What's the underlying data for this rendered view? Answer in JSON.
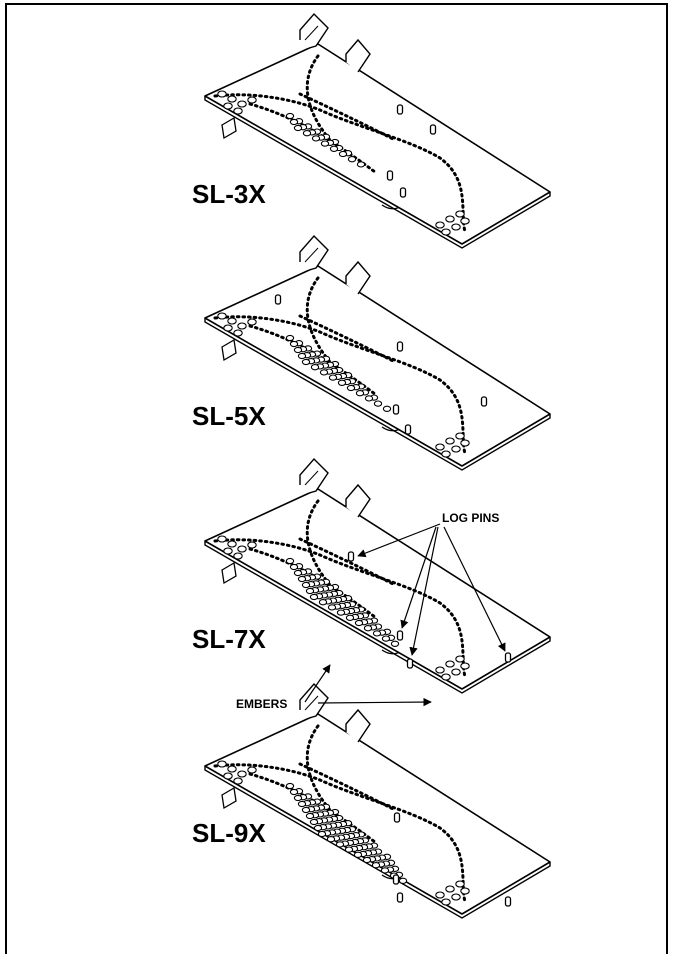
{
  "panels": [
    {
      "model": "SL-3X",
      "ember_rows": 3,
      "pins": 4
    },
    {
      "model": "SL-5X",
      "ember_rows": 5,
      "pins": 5
    },
    {
      "model": "SL-7X",
      "ember_rows": 7,
      "pins": 4
    },
    {
      "model": "SL-9X",
      "ember_rows": 9,
      "pins": 4
    }
  ],
  "callouts": {
    "log_pins": "LOG PINS",
    "embers": "EMBERS"
  },
  "colors": {
    "line": "#000000",
    "background": "#ffffff"
  }
}
